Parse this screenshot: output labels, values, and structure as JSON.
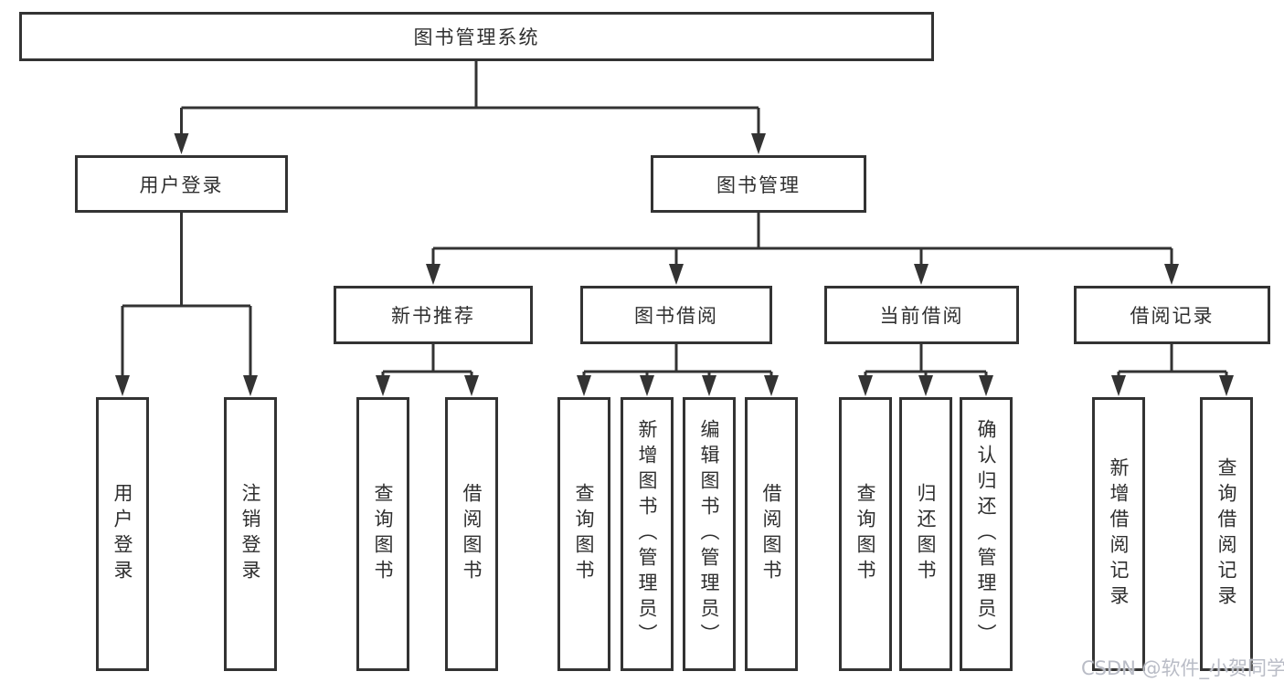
{
  "diagram": {
    "title": "图书管理系统",
    "type": "hierarchy-tree",
    "colors": {
      "line": "#333333",
      "box_border": "#333333",
      "text": "#2f2f2f",
      "background": "#ffffff",
      "watermark": "#b9bcc6"
    },
    "nodes": {
      "root": {
        "label": "图书管理系统"
      },
      "user_login": {
        "label": "用户登录"
      },
      "book_mgmt": {
        "label": "图书管理"
      },
      "login": {
        "label": "用户登录"
      },
      "logout": {
        "label": "注销登录"
      },
      "new_book_rec": {
        "label": "新书推荐"
      },
      "book_borrow": {
        "label": "图书借阅"
      },
      "current_borrow": {
        "label": "当前借阅"
      },
      "borrow_record": {
        "label": "借阅记录"
      },
      "nb_query": {
        "label": "查询图书"
      },
      "nb_borrow": {
        "label": "借阅图书"
      },
      "bb_query": {
        "label": "查询图书"
      },
      "bb_add": {
        "label": "新增图书（管理员）"
      },
      "bb_edit": {
        "label": "编辑图书（管理员）"
      },
      "bb_borrow": {
        "label": "借阅图书"
      },
      "cb_query": {
        "label": "查询图书"
      },
      "cb_return": {
        "label": "归还图书"
      },
      "cb_confirm": {
        "label": "确认归还（管理员）"
      },
      "br_add": {
        "label": "新增借阅记录"
      },
      "br_query": {
        "label": "查询借阅记录"
      }
    },
    "hierarchy": {
      "图书管理系统": {
        "用户登录": [
          "用户登录",
          "注销登录"
        ],
        "图书管理": {
          "新书推荐": [
            "查询图书",
            "借阅图书"
          ],
          "图书借阅": [
            "查询图书",
            "新增图书（管理员）",
            "编辑图书（管理员）",
            "借阅图书"
          ],
          "当前借阅": [
            "查询图书",
            "归还图书",
            "确认归还（管理员）"
          ],
          "借阅记录": [
            "新增借阅记录",
            "查询借阅记录"
          ]
        }
      }
    },
    "watermark": "CSDN @软件_小贺同学"
  }
}
